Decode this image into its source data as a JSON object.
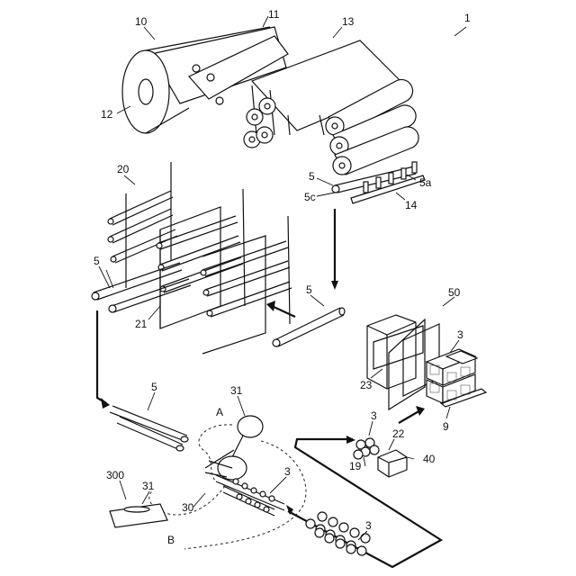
{
  "labels": {
    "n1": "1",
    "n10": "10",
    "n11": "11",
    "n13": "13",
    "n12": "12",
    "n5_top": "5",
    "n5a": "5a",
    "n5c": "5c",
    "n14": "14",
    "n20": "20",
    "n5_left": "5",
    "n21": "21",
    "n5_mid": "5",
    "n50": "50",
    "n3_pack": "3",
    "n23": "23",
    "n9": "9",
    "n5_low": "5",
    "n31_top": "31",
    "nA": "A",
    "n3_machine": "3",
    "n3_small": "3",
    "n22": "22",
    "n19": "19",
    "n40": "40",
    "n300": "300",
    "n31_low": "31",
    "n30": "30",
    "nB": "B",
    "n3_bottom": "3"
  }
}
